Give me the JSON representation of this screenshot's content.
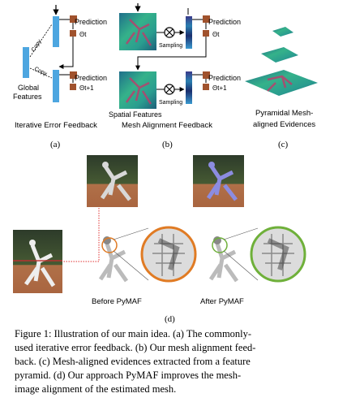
{
  "panel_a": {
    "prediction_top": "Prediction",
    "theta_top": "Θt",
    "copy_top": "Copy",
    "copy_bottom": "Copy",
    "global_features": [
      "Global",
      "Features"
    ],
    "prediction_bottom": "Prediction",
    "theta_bottom": "Θt+1",
    "title": "Iterative Error Feedback",
    "label": "(a)"
  },
  "panel_b": {
    "prediction_top": "Prediction",
    "theta_top": "Θt",
    "sampling_top": "Sampling",
    "sampling_bottom": "Sampling",
    "prediction_bottom": "Prediction",
    "theta_bottom": "Θt+1",
    "spatial_features": "Spatial Features",
    "title": "Mesh Alignment Feedback",
    "label": "(b)"
  },
  "panel_c": {
    "title": [
      "Pyramidal Mesh-",
      "aligned Evidences"
    ],
    "label": "(c)"
  },
  "panel_d": {
    "before": "Before PyMAF",
    "after": "After PyMAF",
    "label": "(d)"
  },
  "caption": {
    "lines": [
      "Figure 1: Illustration of our main idea. (a) The commonly-",
      "used iterative error feedback. (b) Our mesh alignment feed-",
      "back. (c) Mesh-aligned evidences extracted from a feature",
      "pyramid. (d) Our approach PyMAF improves the mesh-",
      "image alignment of the estimated mesh."
    ]
  },
  "colors": {
    "feature_blue": "#4da6e0",
    "prediction_brown": "#a0522d",
    "heatmap_teal": "#2a9d8f",
    "before_orange": "#e07b24",
    "after_green": "#6fb03a",
    "mesh_purple": "#8c8ce0"
  }
}
